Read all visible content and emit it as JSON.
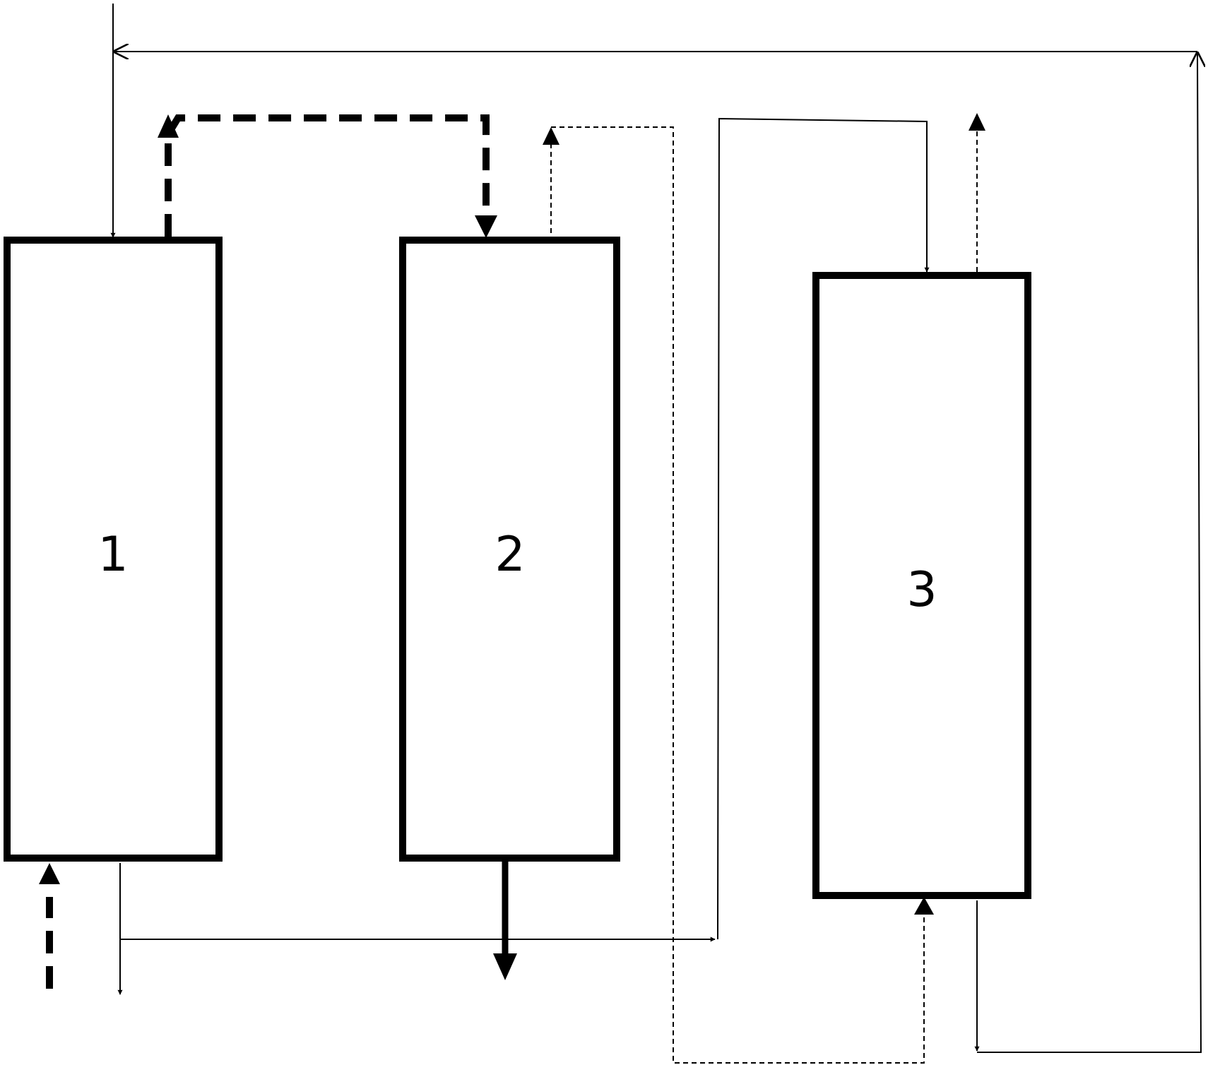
{
  "columns": [
    {
      "id": "column-1",
      "label": "1"
    },
    {
      "id": "column-2",
      "label": "2"
    },
    {
      "id": "column-3",
      "label": "3"
    }
  ],
  "colors": {
    "line": "#000000",
    "background": "#ffffff"
  }
}
